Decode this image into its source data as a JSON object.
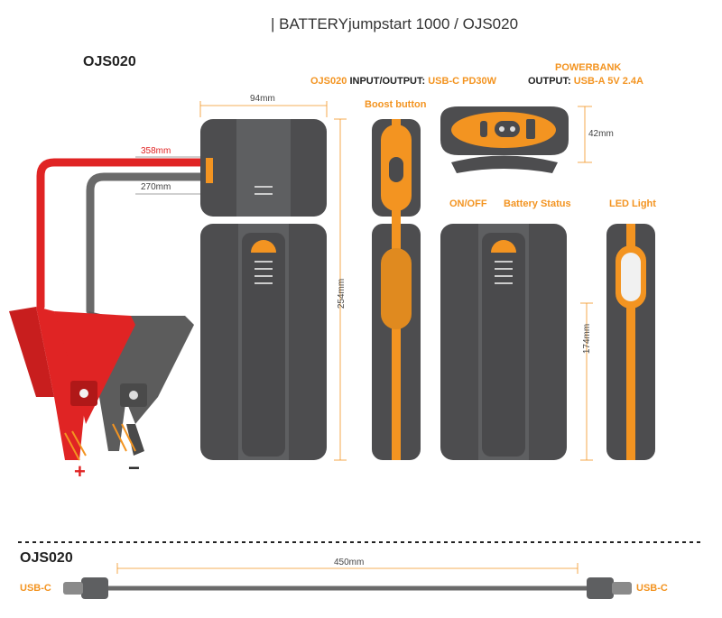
{
  "header": {
    "title": "| BATTERYjumpstart 1000 / OJS020"
  },
  "top_model": "OJS020",
  "bottom_model": "OJS020",
  "labels": {
    "io_model": "OJS020",
    "io_rest": "INPUT/OUTPUT:",
    "io_value": "USB-C PD30W",
    "powerbank": "POWERBANK",
    "output": "OUTPUT:",
    "output_value": "USB-A 5V 2.4A",
    "boost": "Boost button",
    "onoff": "ON/OFF",
    "battery_status": "Battery Status",
    "led_light": "LED Light"
  },
  "dimensions": {
    "width": "94mm",
    "red_cable": "358mm",
    "black_cable": "270mm",
    "height": "254mm",
    "depth": "42mm",
    "height2": "174mm",
    "usb_cable": "450mm"
  },
  "usb": {
    "left": "USB-C",
    "right": "USB-C"
  },
  "polarity": {
    "plus": "+",
    "minus": "−"
  },
  "colors": {
    "orange": "#f39421",
    "dark_body": "#4a4a4c",
    "mid_body": "#5e5f61",
    "red": "#e02424",
    "grey_clamp": "#5c5c5c"
  }
}
